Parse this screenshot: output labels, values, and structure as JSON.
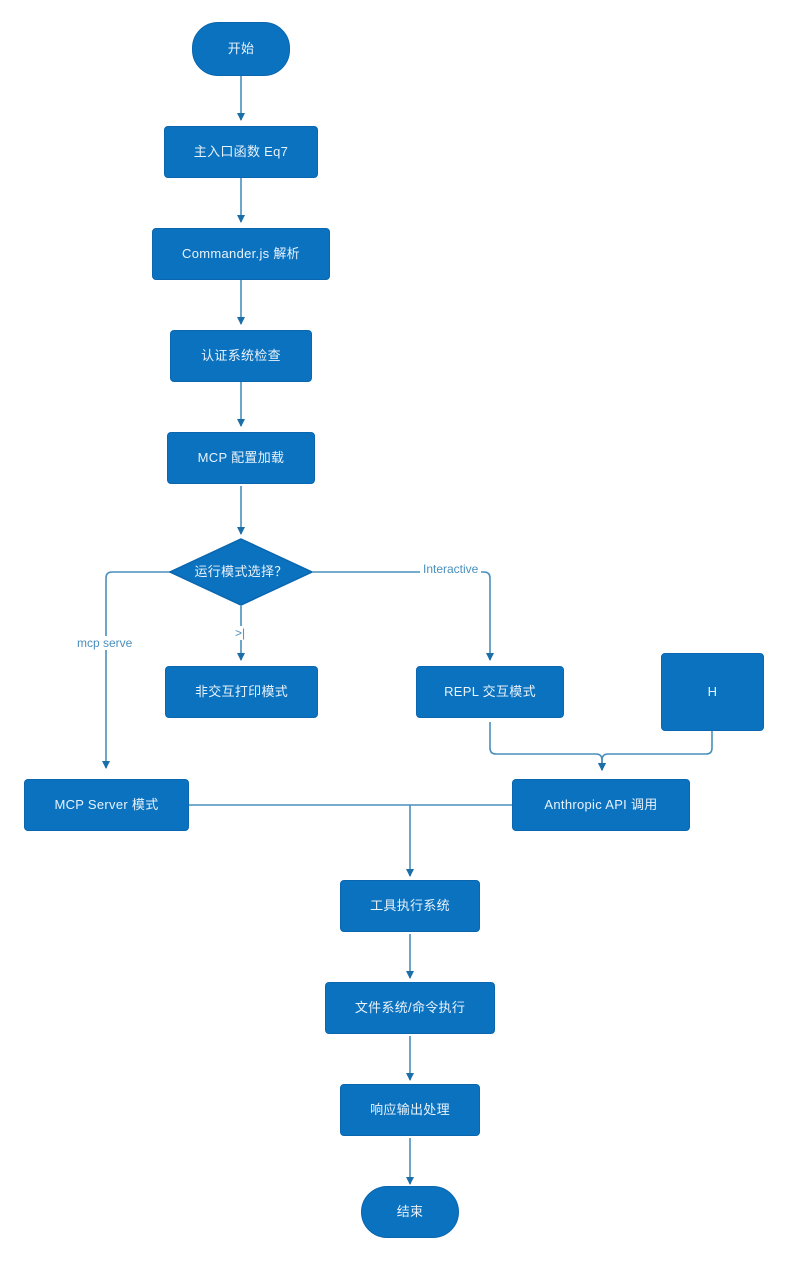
{
  "diagram": {
    "type": "flowchart",
    "direction": "top-to-bottom",
    "title": "",
    "colors": {
      "node_fill": "#0b72c0",
      "node_stroke": "#0a66ae",
      "node_text": "#e8f2fb",
      "edge": "#4a8fbd",
      "edge_label_text": "#4a8fbd",
      "background": "#ffffff"
    },
    "nodes": [
      {
        "id": "start",
        "label": "开始",
        "shape": "stadium"
      },
      {
        "id": "entry",
        "label": "主入口函数 Eq7",
        "shape": "rect"
      },
      {
        "id": "commander",
        "label": "Commander.js 解析",
        "shape": "rect"
      },
      {
        "id": "auth",
        "label": "认证系统检查",
        "shape": "rect"
      },
      {
        "id": "mcpconfig",
        "label": "MCP 配置加载",
        "shape": "rect"
      },
      {
        "id": "mode",
        "label": "运行模式选择？",
        "shape": "diamond"
      },
      {
        "id": "print",
        "label": "非交互打印模式",
        "shape": "rect"
      },
      {
        "id": "repl",
        "label": "REPL 交互模式",
        "shape": "rect"
      },
      {
        "id": "h",
        "label": "H",
        "shape": "rect"
      },
      {
        "id": "mcpserver",
        "label": "MCP Server 模式",
        "shape": "rect"
      },
      {
        "id": "api",
        "label": "Anthropic API 调用",
        "shape": "rect"
      },
      {
        "id": "tools",
        "label": "工具执行系统",
        "shape": "rect"
      },
      {
        "id": "fs",
        "label": "文件系统/命令执行",
        "shape": "rect"
      },
      {
        "id": "response",
        "label": "响应输出处理",
        "shape": "rect"
      },
      {
        "id": "end",
        "label": "结束",
        "shape": "stadium"
      }
    ],
    "edges": [
      {
        "from": "start",
        "to": "entry",
        "label": ""
      },
      {
        "from": "entry",
        "to": "commander",
        "label": ""
      },
      {
        "from": "commander",
        "to": "auth",
        "label": ""
      },
      {
        "from": "auth",
        "to": "mcpconfig",
        "label": ""
      },
      {
        "from": "mcpconfig",
        "to": "mode",
        "label": ""
      },
      {
        "from": "mode",
        "to": "mcpserver",
        "label": "mcp serve"
      },
      {
        "from": "mode",
        "to": "print",
        "label": ">|"
      },
      {
        "from": "mode",
        "to": "repl",
        "label": "Interactive"
      },
      {
        "from": "repl",
        "to": "api",
        "label": ""
      },
      {
        "from": "h",
        "to": "api",
        "label": ""
      },
      {
        "from": "mcpserver",
        "to": "tools",
        "label": ""
      },
      {
        "from": "api",
        "to": "tools",
        "label": ""
      },
      {
        "from": "tools",
        "to": "fs",
        "label": ""
      },
      {
        "from": "fs",
        "to": "response",
        "label": ""
      },
      {
        "from": "response",
        "to": "end",
        "label": ""
      }
    ],
    "edge_labels": {
      "mcp_serve": "mcp serve",
      "print_mode": ">|",
      "interactive": "Interactive"
    }
  }
}
